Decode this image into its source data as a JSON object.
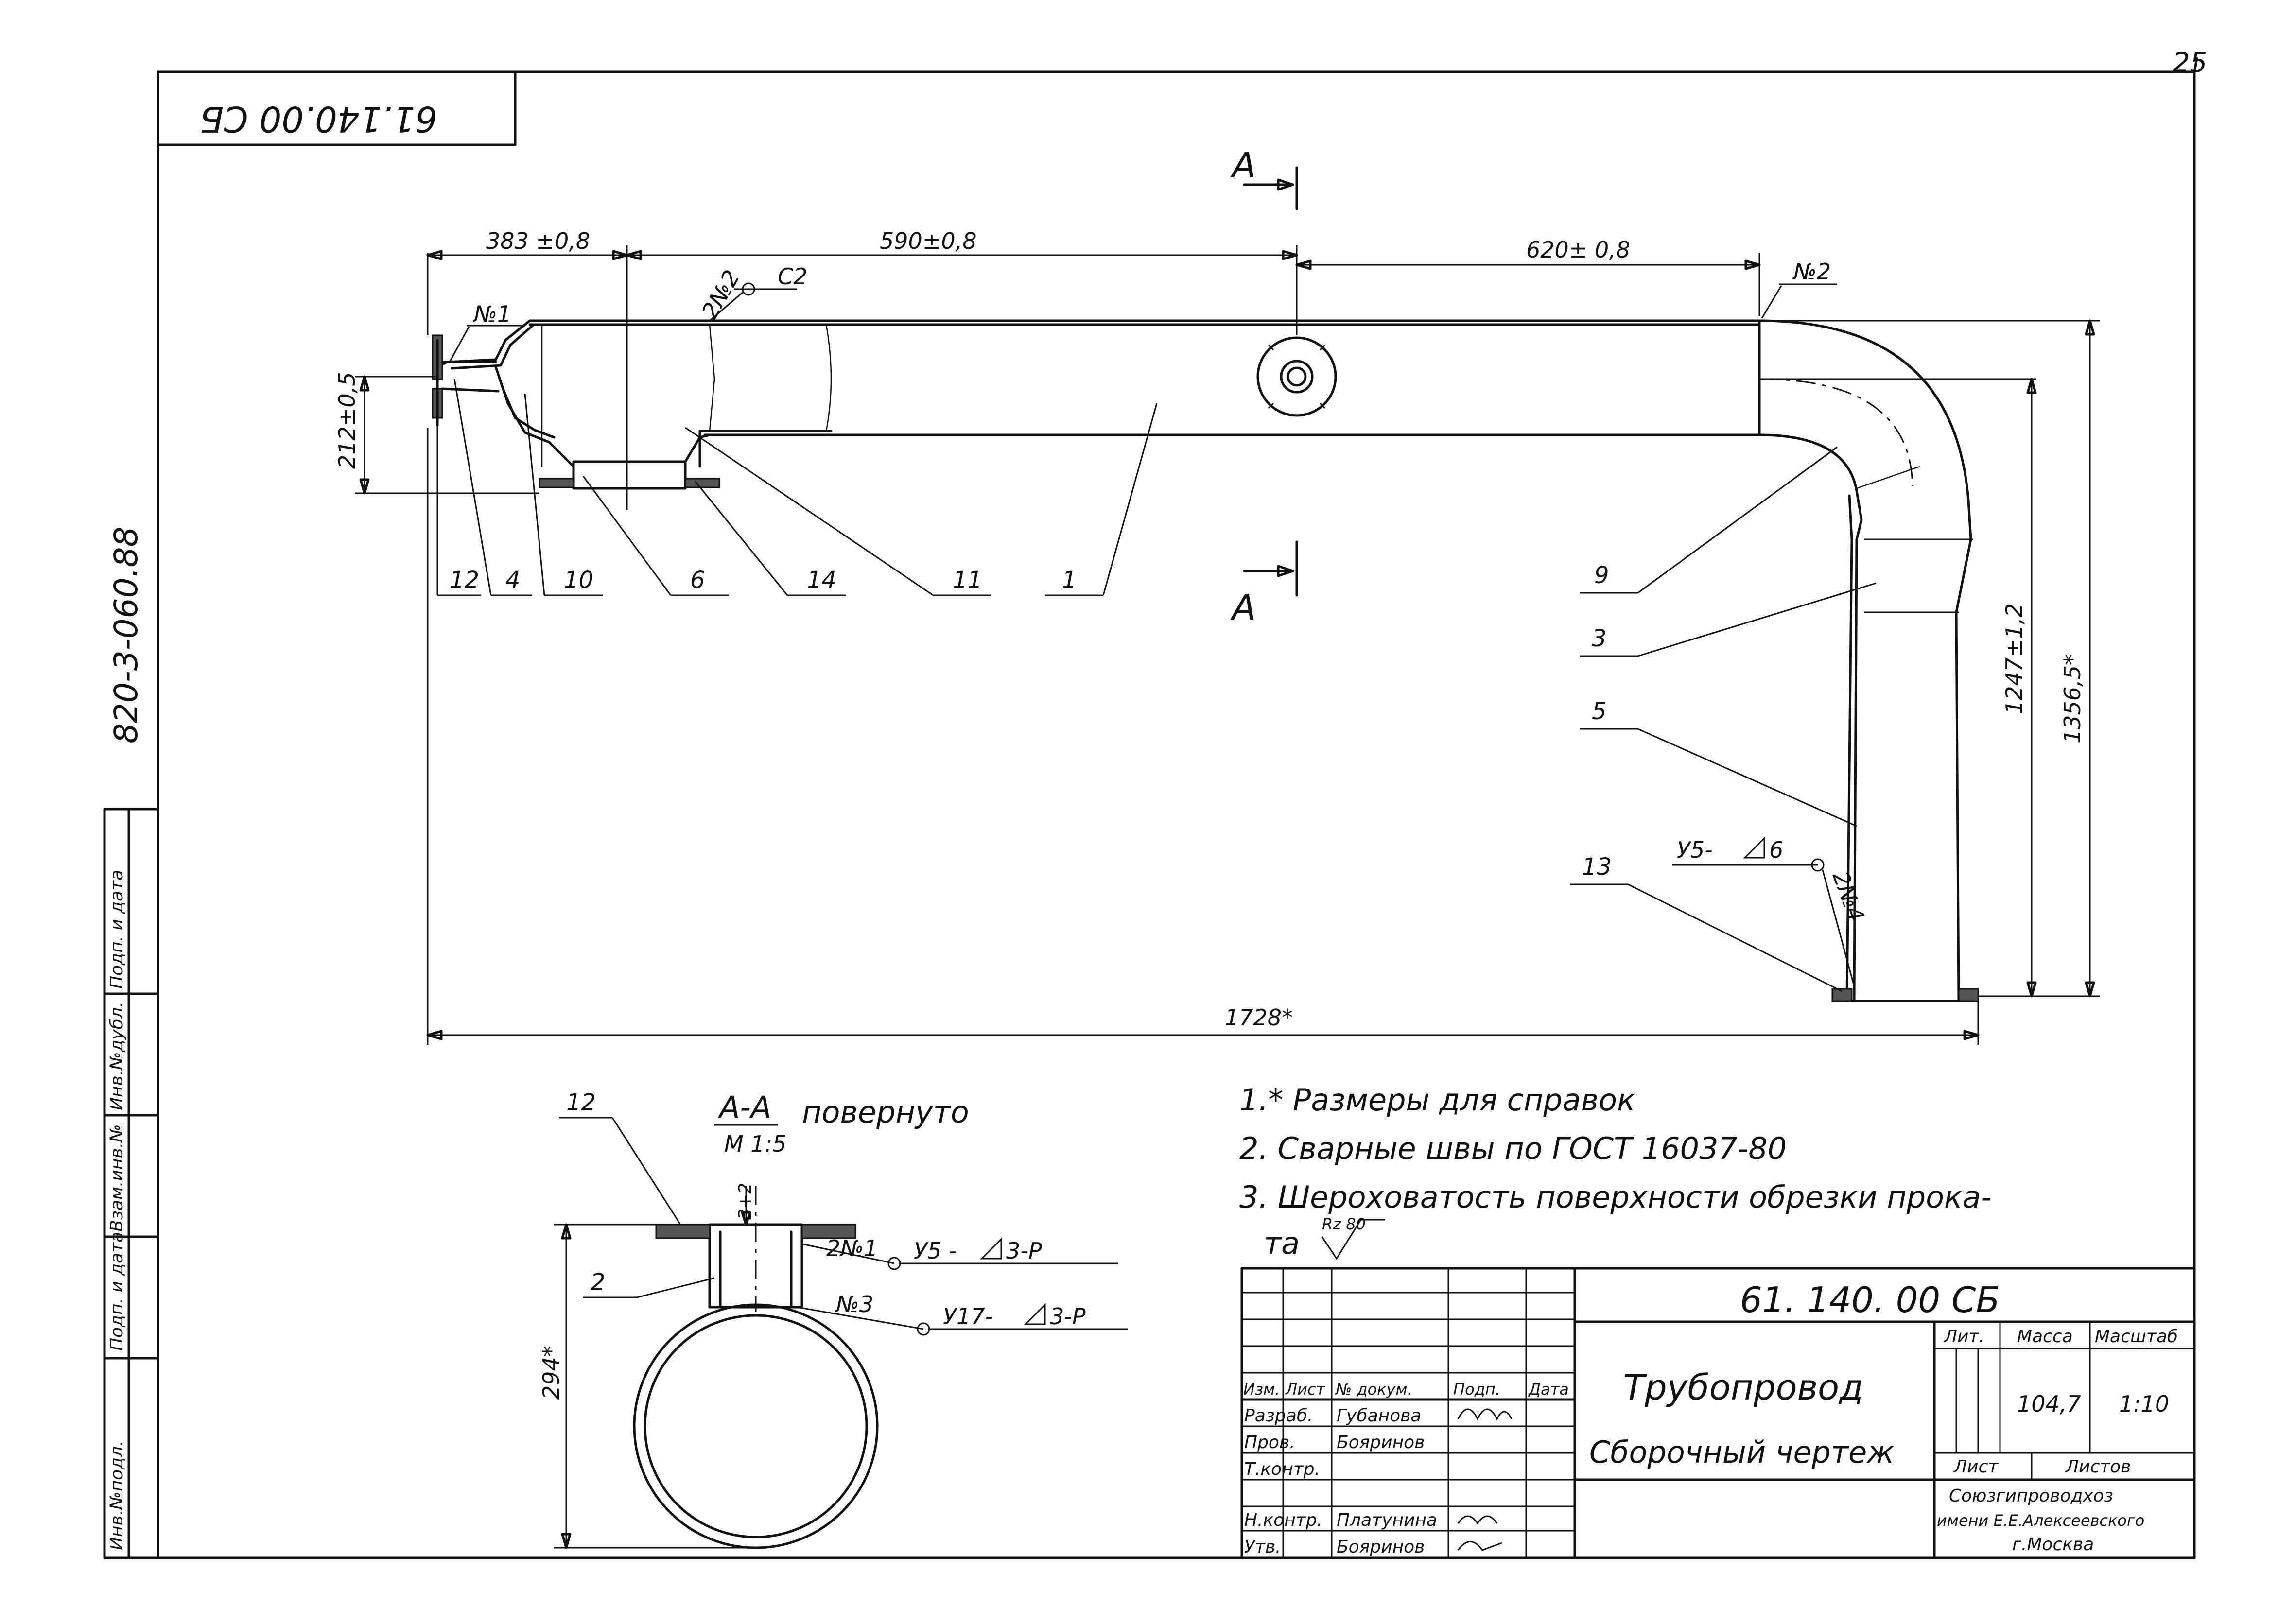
{
  "page_number": "25",
  "corner_code": "61.140.00 СБ",
  "side_code": "820-3-060.88",
  "side_stamp": [
    "Инв.№подл.",
    "Подп. и дата",
    "Взам.инв.№",
    "Инв.№дубл.",
    "Подп. и дата"
  ],
  "section_labels": {
    "top": "А",
    "bottom": "А"
  },
  "dimensions": {
    "d383": "383 ±0,8",
    "d590": "590±0,8",
    "d620": "620± 0,8",
    "d212": "212±0,5",
    "d1247": "1247±1,2",
    "d1356": "1356,5*",
    "d1728": "1728*",
    "d294": "294*",
    "d3": "3+2"
  },
  "weld_marks": {
    "w1": "№1",
    "w2": "№2",
    "wseam2": "2№2",
    "cs": "С2",
    "w4": "2№4",
    "u5a": "У5-",
    "u5b": "6",
    "sec_w1": "2№1",
    "sec_u5": "У5 -",
    "sec_u5b": "3-Р",
    "sec_w3": "№3",
    "sec_u17": "У17-",
    "sec_u17b": "3-Р"
  },
  "positions": {
    "p12": "12",
    "p4": "4",
    "p10": "10",
    "p6": "6",
    "p14": "14",
    "p11": "11",
    "p1": "1",
    "p9": "9",
    "p3": "3",
    "p5": "5",
    "p13": "13",
    "sec12": "12",
    "sec2": "2"
  },
  "section_view": {
    "title": "А-А",
    "rotated": "повернуто",
    "scale": "М 1:5"
  },
  "notes": {
    "n1": "1.* Размеры для справок",
    "n2": "2. Сварные швы по ГОСТ 16037-80",
    "n3": "3. Шероховатость поверхности обрезки прока-",
    "n3b": "та",
    "rz": "Rz 80"
  },
  "title_block": {
    "doc_code": "61. 140. 00 СБ",
    "name": "Трубопровод",
    "doc_type": "Сборочный чертеж",
    "hdr_izm": "Изм.",
    "hdr_list": "Лист",
    "hdr_ndoc": "№ докум.",
    "hdr_podp": "Подп.",
    "hdr_data": "Дата",
    "roles": [
      "Разраб.",
      "Пров.",
      "Т.контр.",
      "",
      "Н.контр.",
      "Утв."
    ],
    "names": [
      "Губанова",
      "Бояринов",
      "",
      "",
      "Платунина",
      "Бояринов"
    ],
    "lit_label": "Лит.",
    "mass_label": "Масса",
    "scale_label": "Масштаб",
    "mass": "104,7",
    "scale": "1:10",
    "sheet_label": "Лист",
    "sheets_label": "Листов",
    "org1": "Союзгипроводхоз",
    "org2": "имени Е.Е.Алексеевского",
    "org3": "г.Москва"
  }
}
